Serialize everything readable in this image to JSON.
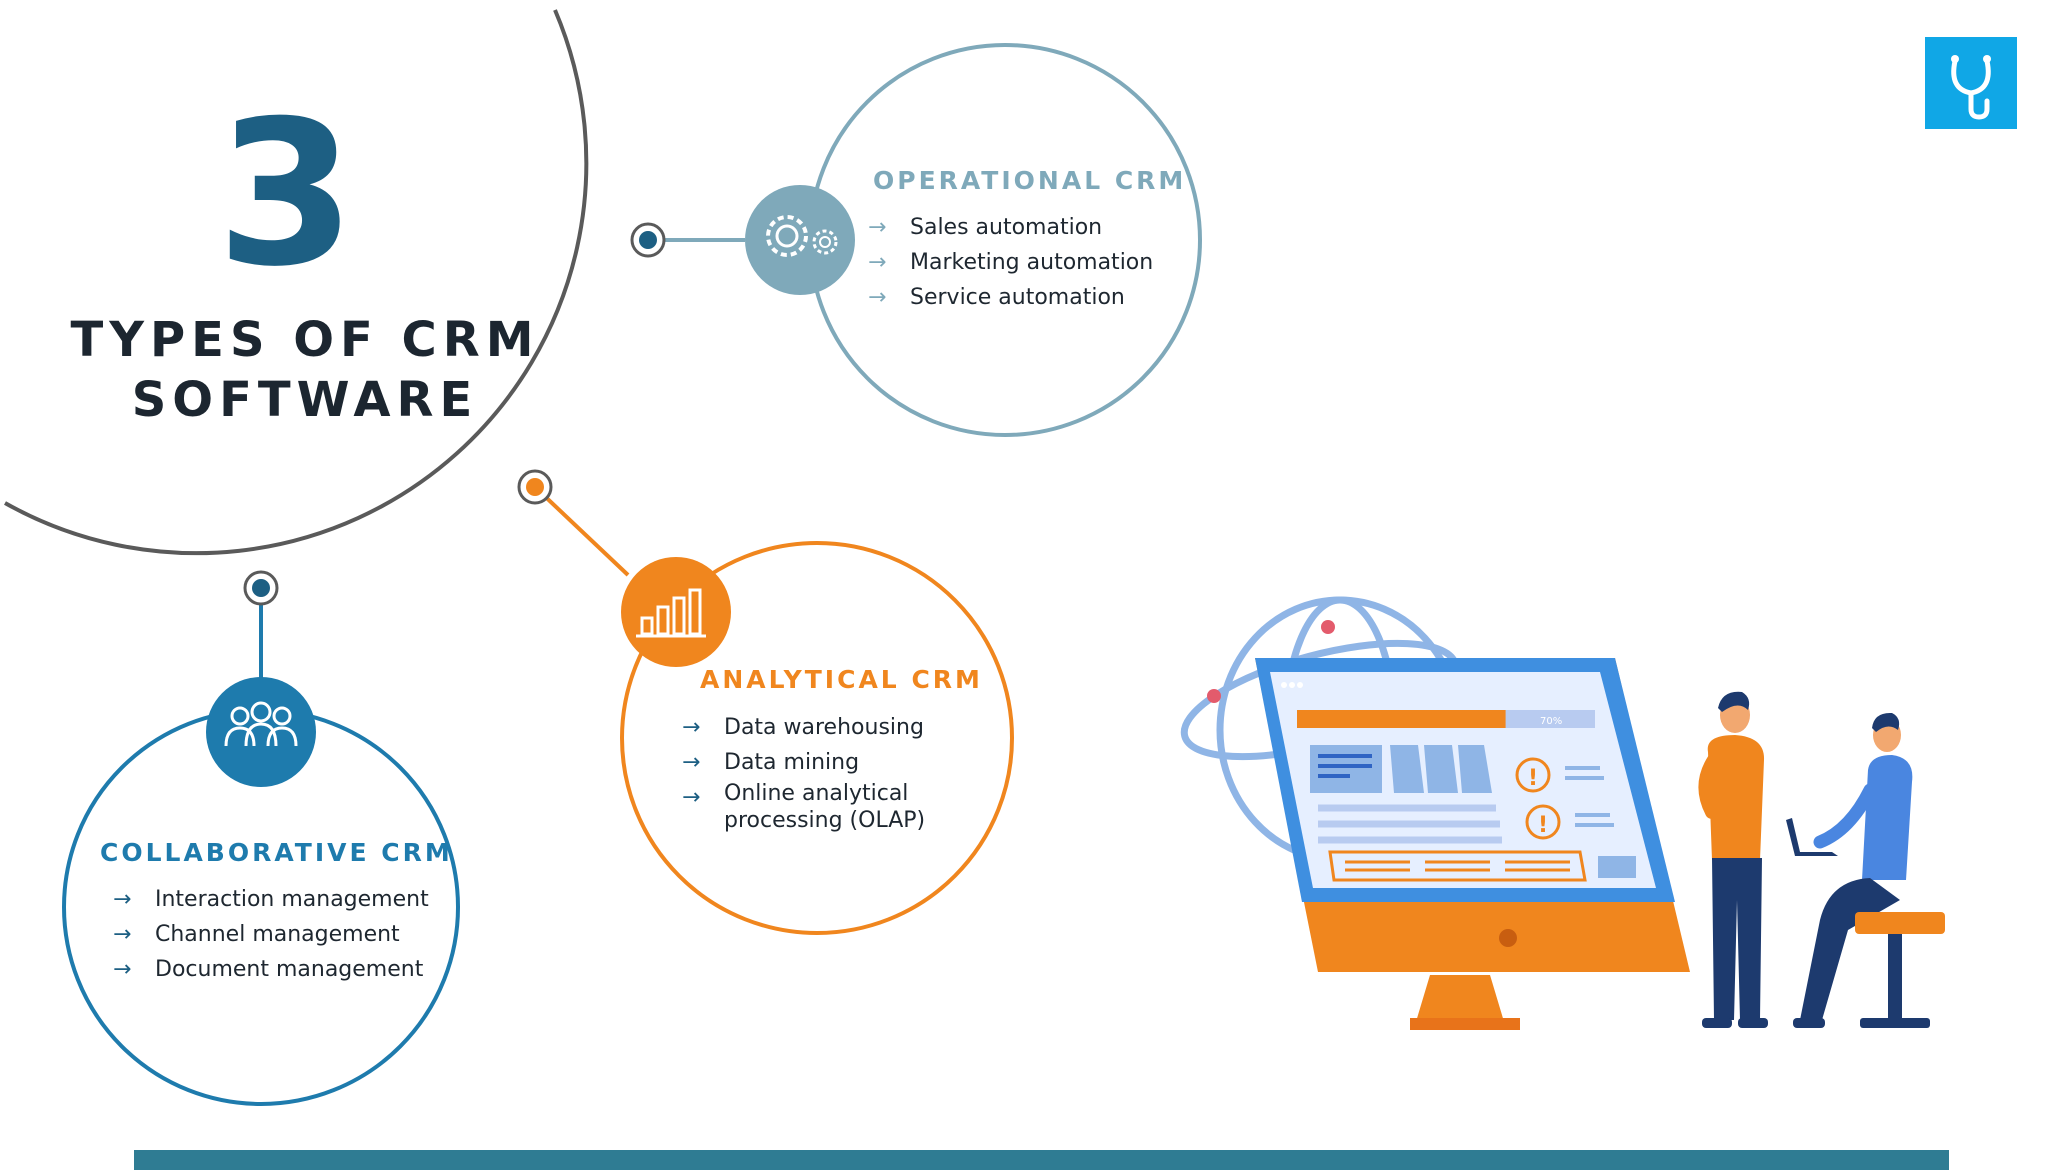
{
  "header": {
    "number": "3",
    "title_line1": "TYPES OF CRM",
    "title_line2": "SOFTWARE"
  },
  "types": [
    {
      "title": "OPERATIONAL CRM",
      "icon": "gears-icon",
      "color": "#7fa9ba",
      "items": [
        "Sales automation",
        "Marketing automation",
        "Service automation"
      ]
    },
    {
      "title": "ANALYTICAL CRM",
      "icon": "bar-chart-icon",
      "color": "#f0861e",
      "items": [
        "Data warehousing",
        "Data mining",
        "Online analytical processing (OLAP)"
      ]
    },
    {
      "title": "COLLABORATIVE CRM",
      "icon": "team-icon",
      "color": "#1e7bad",
      "items": [
        "Interaction management",
        "Channel management",
        "Document management"
      ]
    }
  ],
  "illustration": {
    "progress_label": "70%",
    "progress_value": 0.7
  },
  "logo": {
    "icon": "stethoscope-icon",
    "color": "#10a7e6"
  },
  "colors": {
    "dark_blue": "#1d5f83",
    "teal": "#2f7c93",
    "orange": "#f0861e",
    "gray_arc": "#5a5a5a"
  }
}
